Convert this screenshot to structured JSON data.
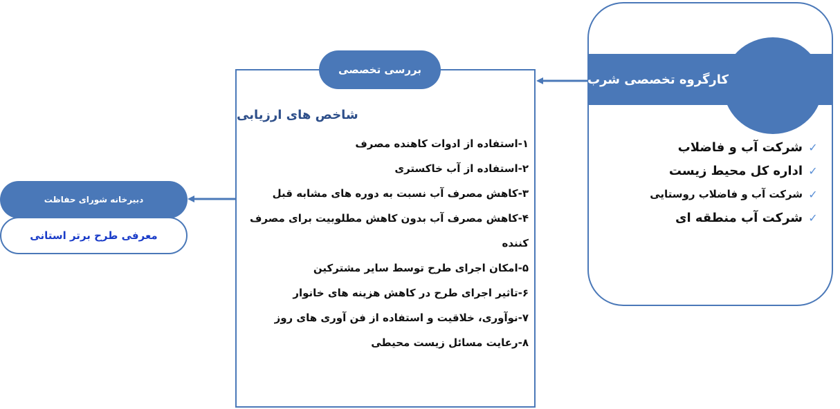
{
  "right_panel": {
    "title": "کارگروه تخصصی شرب",
    "items": [
      "شرکت آب و فاضلاب",
      "اداره کل محیط زیست",
      "شرکت آب و فاضلاب روستایی",
      "شرکت آب منطقه ای"
    ]
  },
  "middle_panel": {
    "pill_label": "بررسی تخصصی",
    "heading": "شاخص های ارزیابی",
    "criteria": [
      "۱-استفاده از ادوات کاهنده مصرف",
      "۲-استفاده از آب خاکستری",
      "۳-کاهش مصرف آب نسبت به دوره های مشابه  قبل",
      "۴-کاهش مصرف آب بدون کاهش مطلوبیت برای مصرف کننده",
      "۵-امکان اجرای طرح توسط سایر مشترکین",
      "۶-تاثیر اجرای طرح در کاهش هزینه های خانوار",
      "۷-نوآوری،  خلاقیت و استفاده از فن آوری های روز",
      "۸-رعایت مسائل زیست محیطی"
    ]
  },
  "left_panel": {
    "top_label": "دبیرخانه شورای حفاظت",
    "bottom_label": "معرفی طرح برتر استانی"
  },
  "icons": {
    "check": "checkmark-icon"
  },
  "colors": {
    "accent": "#4a78b8",
    "heading": "#2e4f8a",
    "link_text": "#1a3cc8"
  }
}
